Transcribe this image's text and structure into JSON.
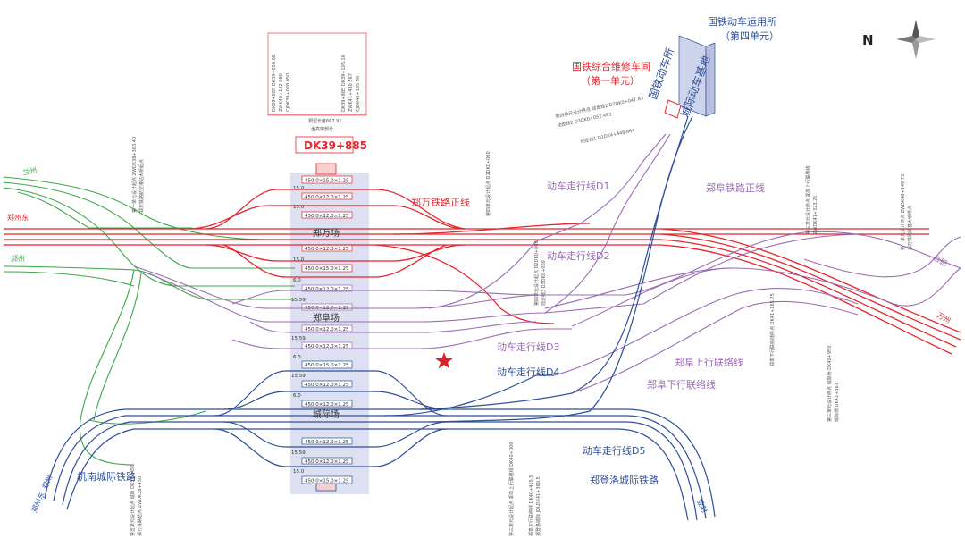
{
  "station_point": "DK39+885",
  "compass": "N",
  "yards": {
    "zhengwan": "郑万场",
    "zhengfu": "郑阜场",
    "chengji": "城际场"
  },
  "lines": {
    "zhengwan_main": "郑万铁路正线",
    "d1": "动车走行线D1",
    "d2": "动车走行线D2",
    "d3": "动车走行线D3",
    "d4": "动车走行线D4",
    "d5": "动车走行线D5",
    "zhengfu_main": "郑阜铁路正线",
    "zhengfu_up_link": "郑阜上行联络线",
    "zhengfu_down_link": "郑阜下行联络线",
    "jinan_intercity": "机南城际铁路",
    "zhengdengluo_intercity": "郑登洛城际铁路"
  },
  "facilities": {
    "emu_depot": "国铁动车运用所",
    "emu_depot_unit": "（第四单元）",
    "maint_shop": "国铁综合维修车间",
    "maint_shop_unit": "（第一单元）",
    "guotie_emu": "国铁动车所",
    "intercity_emu": "城际动车基地"
  },
  "terminals": {
    "lanzhou": "兰州",
    "zhengzhoudong_left": "郑州东",
    "zhengzhou": "郑州",
    "hefei": "合肥",
    "wanzhou": "万州",
    "zhengzhoudong_bottom": "郑州东",
    "jinzhou": "郑州",
    "dengfeng": "登封"
  },
  "platform_dims": {
    "end": "450.0×15.0×1.25",
    "mid": "450.0×12.0×1.25",
    "gap_a": "15.0",
    "gap_b": "6.0",
    "gap_c": "15.59"
  },
  "notes": {
    "platform_length": "预留长度667.91",
    "canopy": "含高架部分",
    "top_left_a": "DK39+885 DK39+058.08",
    "top_left_b": "ZWK40+182 080",
    "top_left_c": "CJDK39+028 050",
    "top_right_a": "DK39+885 DK39+105.16",
    "top_right_b": "ZWK41+430 567",
    "top_right_c": "CJDK40+135 96",
    "first_unit_left_a": "第一单元设计起点 ZWDK38+363.40",
    "first_unit_left_b": "郑万铁路航空港站大桥起点",
    "fourth_unit_a": "第四单元设计终点 动走线2 D2DK0+047.83",
    "fourth_unit_b": "动走线2 D3DK0+052.483",
    "fourth_unit_c": "动走线1 D1DK4+448.864",
    "third_unit_a": "第四单元设计起点 D1DK0+000",
    "third_unit_b": "第四单元设计起点 D2DK0+000",
    "third_unit_c": "动走线3 D3DK0+000",
    "right_1": "第一单元设计终点 ZWDK40+149.73",
    "right_2": "郑万铁路路基大桥终点",
    "right_3": "第三单元设计终点 郑阜上行联络线",
    "right_4": "ZWDK41+323.21",
    "right_5": "郑阜下行联络线终点 DK41+165.75",
    "right_6": "第三单元设计终点 城际场 DK40+950",
    "right_7": "城际场 DK41+361",
    "bottom_1": "第五单元设计起点 城际 DK38+450",
    "bottom_2": "郑万铁路起点 ZWDK38+450",
    "bottom_3": "第三单元设计起点 郑阜上行联络线 DK40+000",
    "bottom_4": "郑阜下行联络线 DK40+465.5",
    "bottom_5": "郑登洛城际 JDLDK41+360.5"
  },
  "colors": {
    "zhengwan": "#e8232b",
    "zhengfu": "#9b6bb5",
    "chengji": "#2d4f9a",
    "zhengzhou_branch": "#3aa845",
    "star": "#d7232a",
    "platform": "#cdd3ea"
  }
}
